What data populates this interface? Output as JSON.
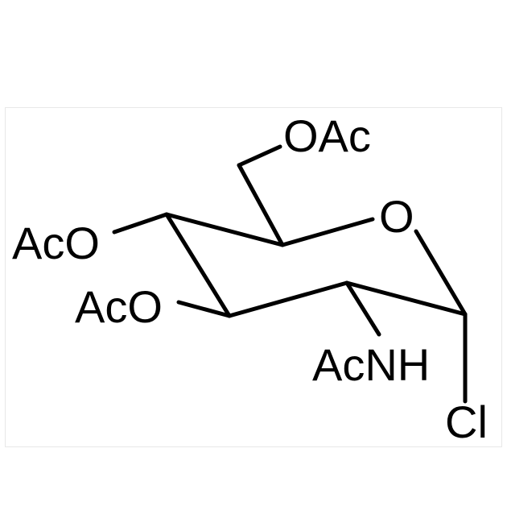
{
  "molecule": {
    "labels": {
      "o6_acetate": "OAc",
      "ring_oxygen": "O",
      "o4_acetate": "AcO",
      "o3_acetate": "AcO",
      "n2_acetamide": "AcNH",
      "c1_chloride": "Cl"
    }
  },
  "colors": {
    "bond": "#000000",
    "text": "#000000",
    "background": "#ffffff"
  }
}
